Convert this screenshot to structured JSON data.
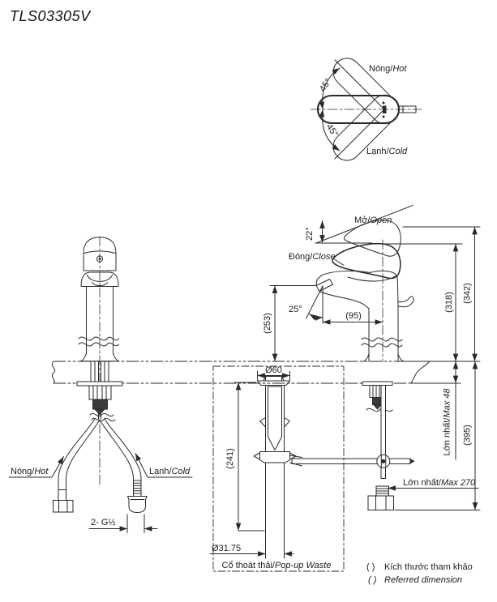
{
  "title": "TLS03305V",
  "top_view": {
    "hot_vi": "Nóng/",
    "hot_en": "Hot",
    "cold_vi": "Lạnh/",
    "cold_en": "Cold",
    "angle_upper": "45°",
    "angle_lower": "45°"
  },
  "side_view": {
    "open_vi": "Mở/",
    "open_en": "Open",
    "close_vi": "Đóng/",
    "close_en": "Close",
    "angle_open": "22°",
    "angle_spout": "25°",
    "spout_reach": "(95)",
    "spout_height": "(253)",
    "closed_height": "(318)",
    "open_height": "(342)"
  },
  "under_counter": {
    "max_deck_vi": "Lớn nhất/",
    "max_deck_en": "Max 48",
    "below_depth": "(395)",
    "max_rod_vi": "Lớn nhất/",
    "max_rod_en": "Max 270"
  },
  "front_view": {
    "hot_vi": "Nóng/",
    "hot_en": "Hot",
    "cold_vi": "Lạnh/",
    "cold_en": "Cold",
    "thread": "2- G½"
  },
  "popup_waste": {
    "top_diameter": "Ø60",
    "height": "(241)",
    "bottom_diameter": "Ø31.75",
    "label_vi": "Cổ thoát thải/",
    "label_en": "Pop-up Waste"
  },
  "footer": {
    "paren": "( )",
    "note_vi": "Kích thước tham khảo",
    "note_en": "Referred dimension"
  }
}
